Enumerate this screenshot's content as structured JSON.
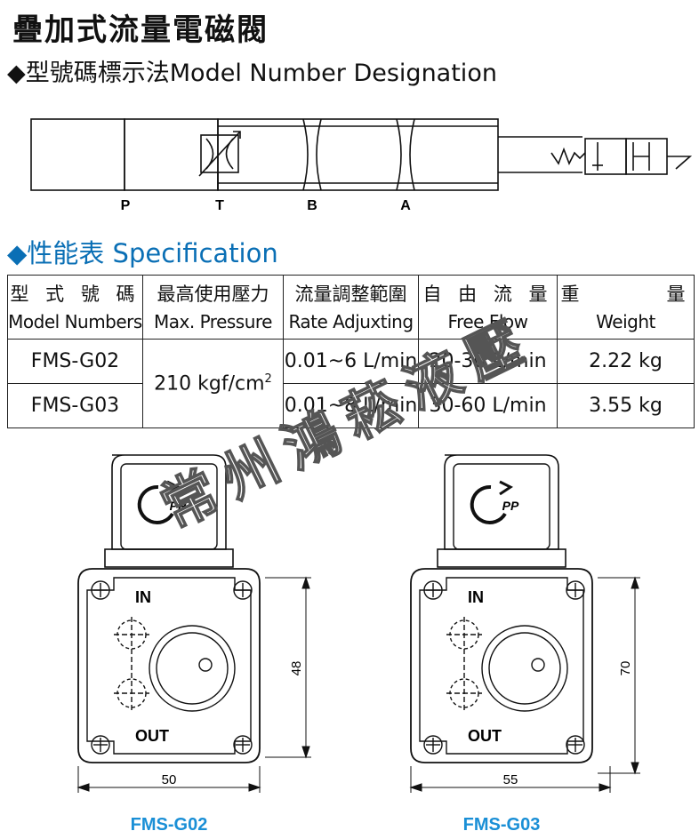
{
  "title": "疊加式流量電磁閥",
  "section_model": {
    "bullet": "◆",
    "label": "型號碼標示法",
    "label_en": "Model Number Designation"
  },
  "schematic": {
    "ports": [
      "P",
      "T",
      "B",
      "A"
    ]
  },
  "section_spec": {
    "bullet": "◆",
    "label": "性能表",
    "label_en": "Specification"
  },
  "spec_table": {
    "headers": [
      {
        "zh": "型 式 號 碼",
        "en": "Model Numbers"
      },
      {
        "zh": "最高使用壓力",
        "en": "Max. Pressure"
      },
      {
        "zh": "流量調整範圍",
        "en": "Rate Adjuxting"
      },
      {
        "zh": "自 由 流 量",
        "en": "Free Flow"
      },
      {
        "zh": "重 　 　 量",
        "en": "Weight"
      }
    ],
    "pressure": "210 kgf/cm",
    "pressure_sup": "2",
    "rows": [
      {
        "model": "FMS-G02",
        "rate": "0.01~6 L/min",
        "free": "20-30 L/min",
        "weight": "2.22 kg"
      },
      {
        "model": "FMS-G03",
        "rate": "0.01~8 L/min",
        "free": "30-60 L/min",
        "weight": "3.55 kg"
      }
    ]
  },
  "watermark": "常州鴻菘液壓",
  "drawings": [
    {
      "in_label": "IN",
      "out_label": "OUT",
      "logo": "PP",
      "height_dim": "48",
      "width_dim": "50",
      "model": "FMS-G02"
    },
    {
      "in_label": "IN",
      "out_label": "OUT",
      "logo": "PP",
      "height_dim": "70",
      "width_dim": "55",
      "model": "FMS-G03"
    }
  ],
  "colors": {
    "accent": "#0a6fb5",
    "model_label": "#1a8fd6",
    "watermark": "#555555"
  }
}
